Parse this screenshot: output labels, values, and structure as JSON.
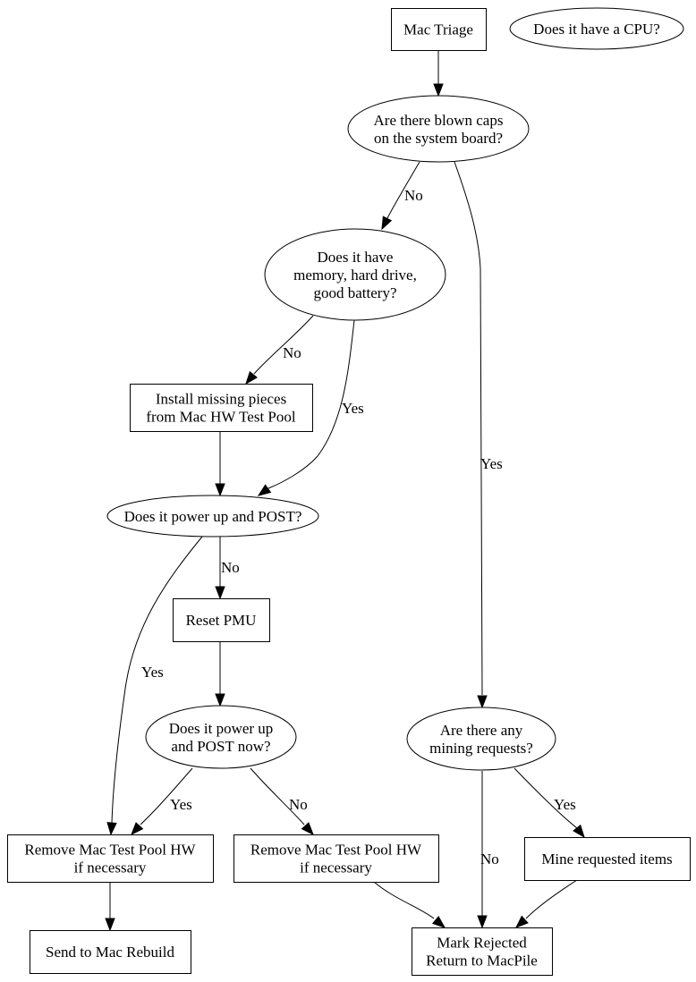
{
  "diagram": {
    "type": "flowchart",
    "background": "#ffffff",
    "stroke_color": "#000000",
    "text_color": "#000000",
    "nodes": [
      {
        "id": "mac_triage",
        "shape": "box",
        "lines": [
          "Mac Triage"
        ]
      },
      {
        "id": "has_cpu",
        "shape": "ellipse",
        "lines": [
          "Does it have a CPU?"
        ]
      },
      {
        "id": "blown_caps",
        "shape": "ellipse",
        "lines": [
          "Are there blown caps",
          "on the system board?"
        ]
      },
      {
        "id": "has_parts",
        "shape": "ellipse",
        "lines": [
          "Does it have",
          "memory, hard drive,",
          "good battery?"
        ]
      },
      {
        "id": "install_missing",
        "shape": "box",
        "lines": [
          "Install missing pieces",
          "from Mac HW Test Pool"
        ]
      },
      {
        "id": "power_post",
        "shape": "ellipse",
        "lines": [
          "Does it power up and POST?"
        ]
      },
      {
        "id": "reset_pmu",
        "shape": "box",
        "lines": [
          "Reset PMU"
        ]
      },
      {
        "id": "power_post_now",
        "shape": "ellipse",
        "lines": [
          "Does it power up",
          "and POST now?"
        ]
      },
      {
        "id": "mining_requests",
        "shape": "ellipse",
        "lines": [
          "Are there any",
          "mining requests?"
        ]
      },
      {
        "id": "remove_hw_1",
        "shape": "box",
        "lines": [
          "Remove Mac Test Pool HW",
          "if necessary"
        ]
      },
      {
        "id": "remove_hw_2",
        "shape": "box",
        "lines": [
          "Remove Mac Test Pool HW",
          "if necessary"
        ]
      },
      {
        "id": "mine_items",
        "shape": "box",
        "lines": [
          "Mine requested items"
        ]
      },
      {
        "id": "send_rebuild",
        "shape": "box",
        "lines": [
          "Send to Mac Rebuild"
        ]
      },
      {
        "id": "mark_rejected",
        "shape": "box",
        "lines": [
          "Mark Rejected",
          "Return to MacPile"
        ]
      }
    ],
    "edges": [
      {
        "id": "e_triage_caps",
        "from": "mac_triage",
        "to": "blown_caps",
        "label": ""
      },
      {
        "id": "e_caps_parts",
        "from": "blown_caps",
        "to": "has_parts",
        "label": "No"
      },
      {
        "id": "e_caps_mining",
        "from": "blown_caps",
        "to": "mining_requests",
        "label": "Yes"
      },
      {
        "id": "e_parts_install",
        "from": "has_parts",
        "to": "install_missing",
        "label": "No"
      },
      {
        "id": "e_parts_post",
        "from": "has_parts",
        "to": "power_post",
        "label": "Yes"
      },
      {
        "id": "e_install_post",
        "from": "install_missing",
        "to": "power_post",
        "label": ""
      },
      {
        "id": "e_post_reset",
        "from": "power_post",
        "to": "reset_pmu",
        "label": "No"
      },
      {
        "id": "e_post_remove1",
        "from": "power_post",
        "to": "remove_hw_1",
        "label": "Yes"
      },
      {
        "id": "e_reset_postnow",
        "from": "reset_pmu",
        "to": "power_post_now",
        "label": ""
      },
      {
        "id": "e_postnow_remove1",
        "from": "power_post_now",
        "to": "remove_hw_1",
        "label": "Yes"
      },
      {
        "id": "e_postnow_remove2",
        "from": "power_post_now",
        "to": "remove_hw_2",
        "label": "No"
      },
      {
        "id": "e_remove1_send",
        "from": "remove_hw_1",
        "to": "send_rebuild",
        "label": ""
      },
      {
        "id": "e_remove2_mark",
        "from": "remove_hw_2",
        "to": "mark_rejected",
        "label": ""
      },
      {
        "id": "e_mining_mine",
        "from": "mining_requests",
        "to": "mine_items",
        "label": "Yes"
      },
      {
        "id": "e_mining_mark",
        "from": "mining_requests",
        "to": "mark_rejected",
        "label": "No"
      },
      {
        "id": "e_mine_mark",
        "from": "mine_items",
        "to": "mark_rejected",
        "label": ""
      }
    ]
  }
}
